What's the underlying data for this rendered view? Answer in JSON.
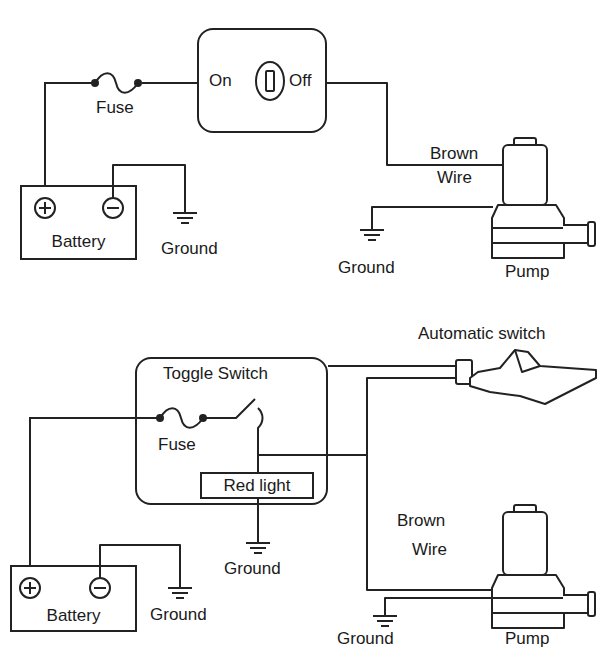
{
  "diagram": {
    "nodes": [
      {
        "text": [
          "On",
          "Off"
        ]
      },
      {
        "text": [
          "Battery"
        ]
      },
      {
        "text": [
          "Toggle Switch"
        ]
      },
      {
        "text": [
          "Red light"
        ],
        "in": 2
      },
      {
        "text": [
          "Battery"
        ]
      }
    ],
    "edges": [
      {
        "from": 1,
        "to": 0,
        "arrow": "none"
      },
      {
        "from": 4,
        "to": 2,
        "arrow": "none"
      }
    ],
    "labels": [
      "Fuse",
      "Brown",
      "Wire",
      "Ground",
      "Ground",
      "Pump",
      "Automatic switch",
      "Fuse",
      "Ground",
      "Brown",
      "Wire",
      "Ground",
      "Ground",
      "Pump"
    ]
  }
}
